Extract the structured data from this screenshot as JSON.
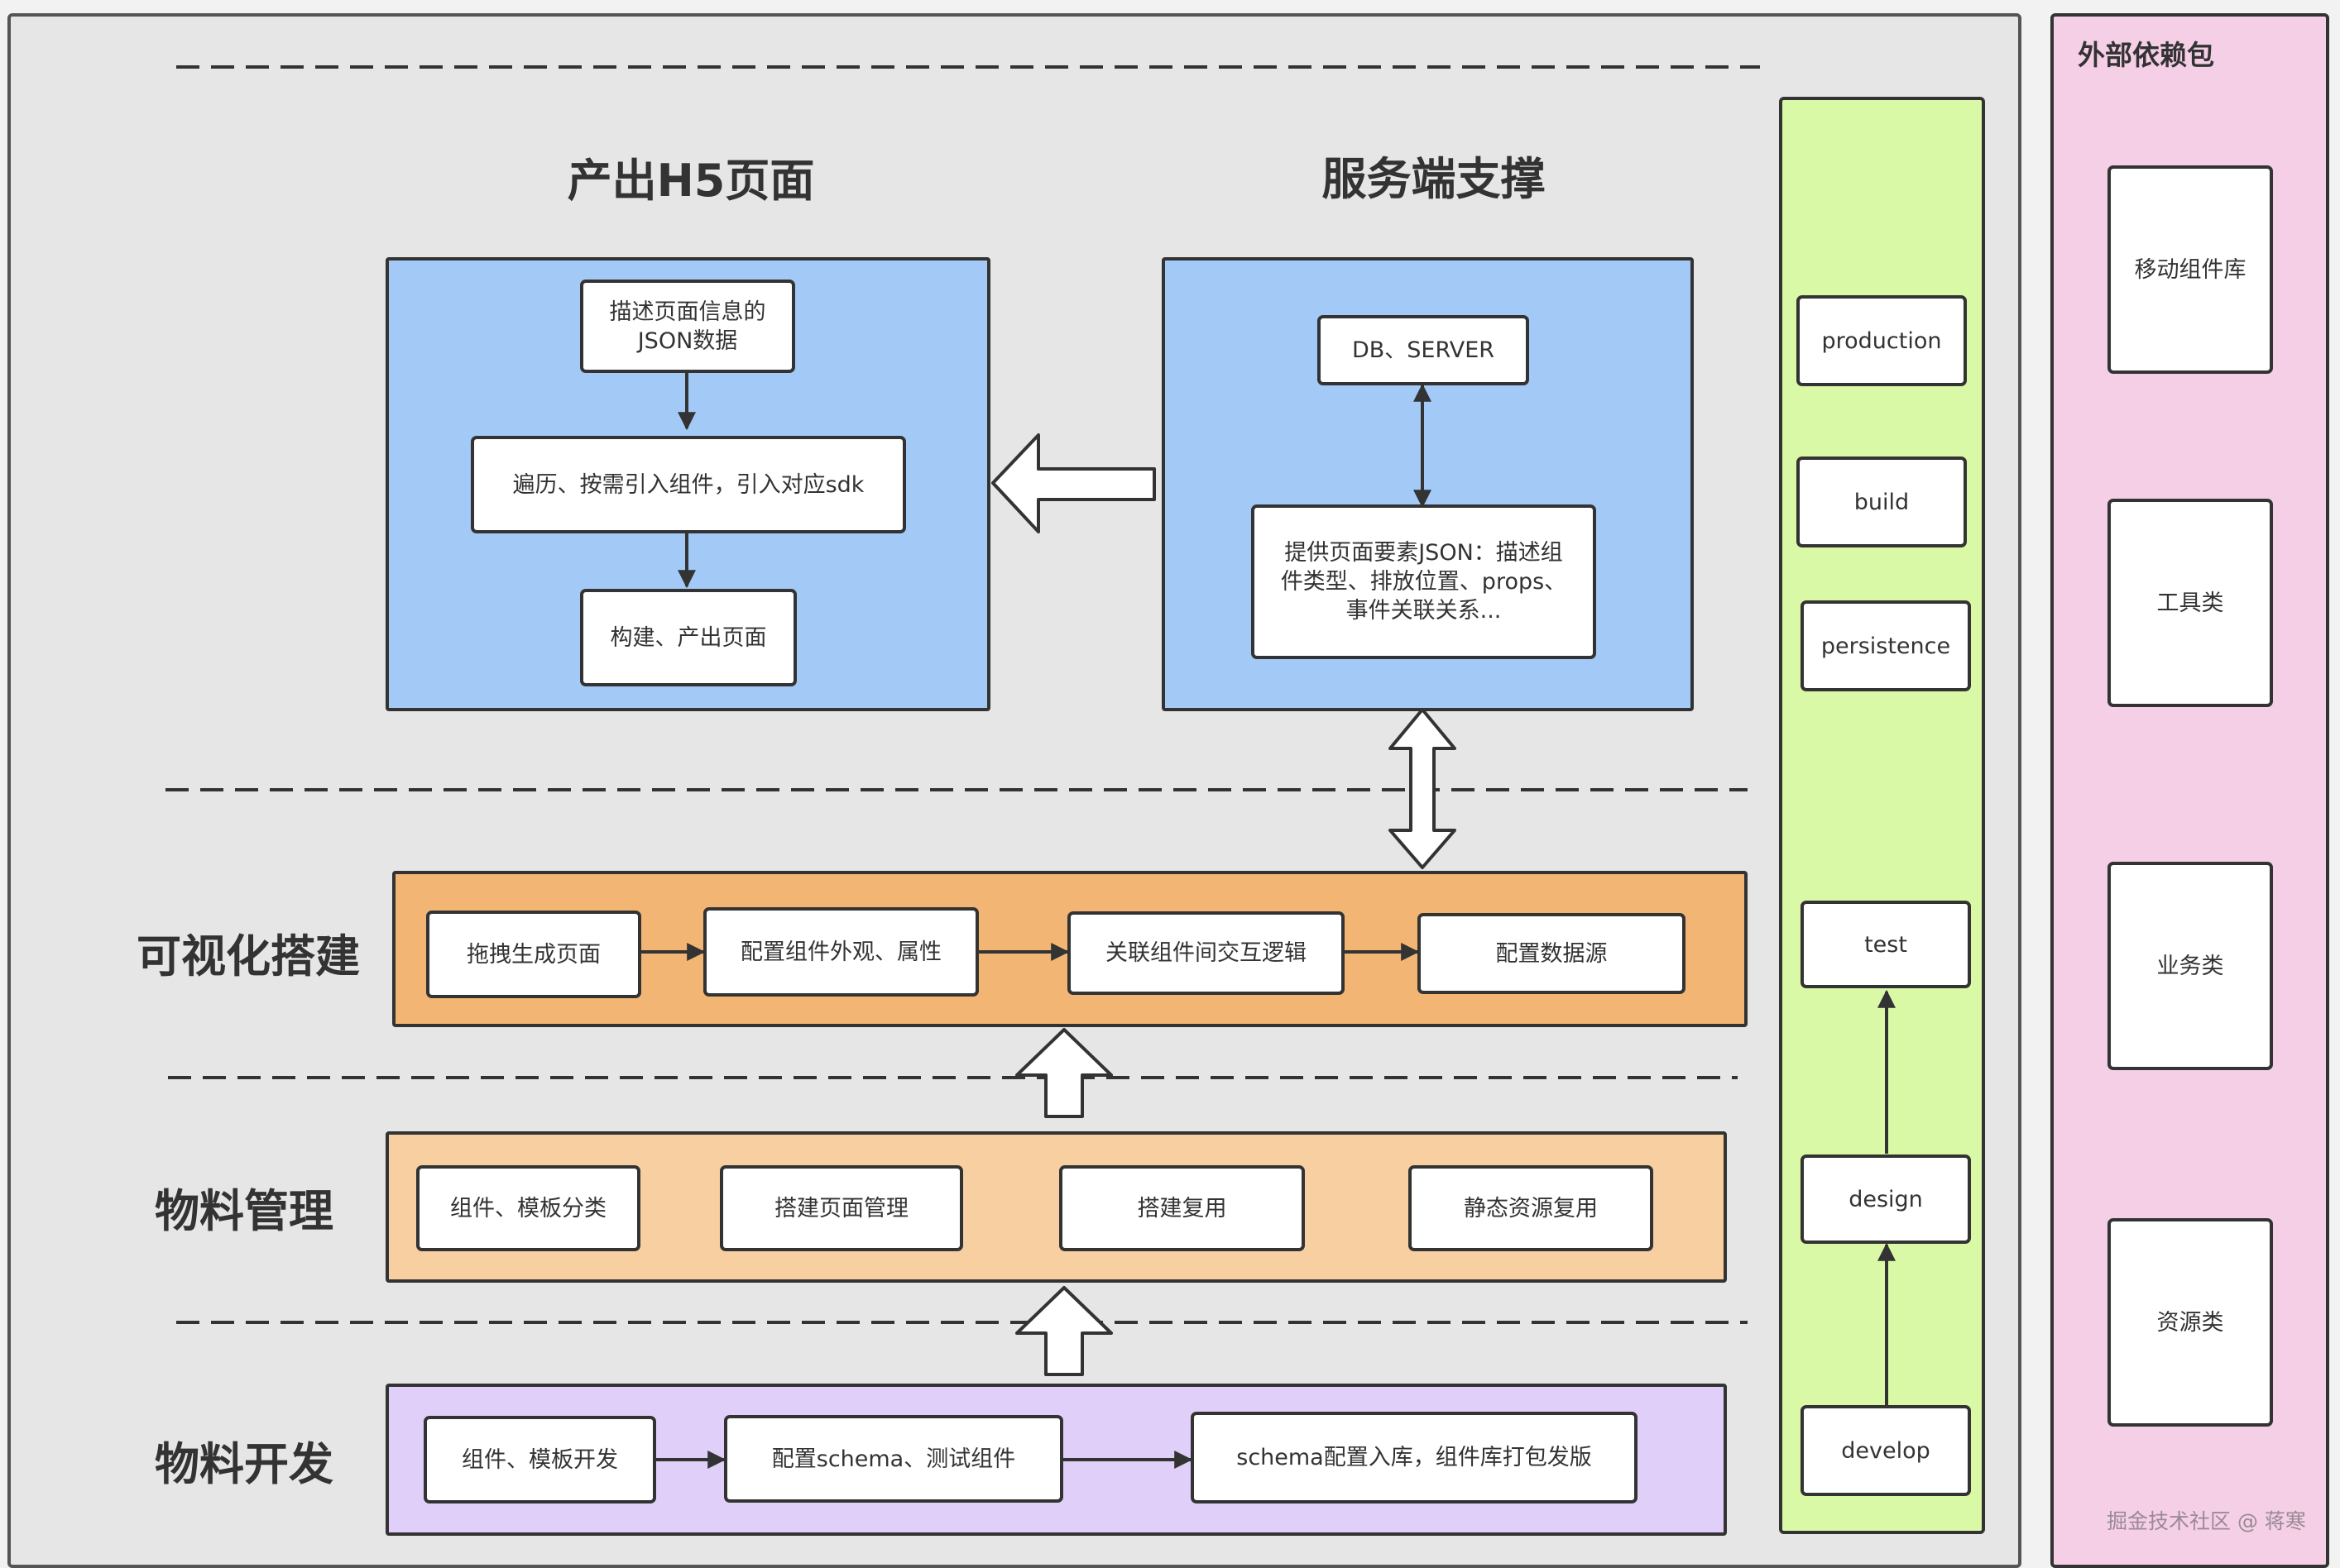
{
  "sections": {
    "h5": {
      "title": "产出H5页面",
      "steps": [
        "描述页面信息的JSON数据",
        "遍历、按需引入组件，引入对应sdk",
        "构建、产出页面"
      ]
    },
    "server": {
      "title": "服务端支撑",
      "db": "DB、SERVER",
      "provide": "提供页面要素JSON：描述组件类型、排放位置、props、事件关联关系..."
    },
    "visual": {
      "title": "可视化搭建",
      "steps": [
        "拖拽生成页面",
        "配置组件外观、属性",
        "关联组件间交互逻辑",
        "配置数据源"
      ]
    },
    "material_mgmt": {
      "title": "物料管理",
      "items": [
        "组件、模板分类",
        "搭建页面管理",
        "搭建复用",
        "静态资源复用"
      ]
    },
    "material_dev": {
      "title": "物料开发",
      "steps": [
        "组件、模板开发",
        "配置schema、测试组件",
        "schema配置入库，组件库打包发版"
      ]
    }
  },
  "environments": {
    "top": [
      "production",
      "build",
      "persistence"
    ],
    "flow": [
      "test",
      "design",
      "develop"
    ]
  },
  "external": {
    "title": "外部依赖包",
    "items": [
      "移动组件库",
      "工具类",
      "业务类",
      "资源类"
    ]
  },
  "watermark": "掘金技术社区 @ 蒋寒",
  "colors": {
    "blue_panel": "#a3c9f7",
    "orange_panel": "#f2b574",
    "peach_panel": "#f7cfa1",
    "purple_panel": "#e0d0f9",
    "green_panel": "#d9f9a6",
    "pink_panel": "#f5cfe6"
  }
}
